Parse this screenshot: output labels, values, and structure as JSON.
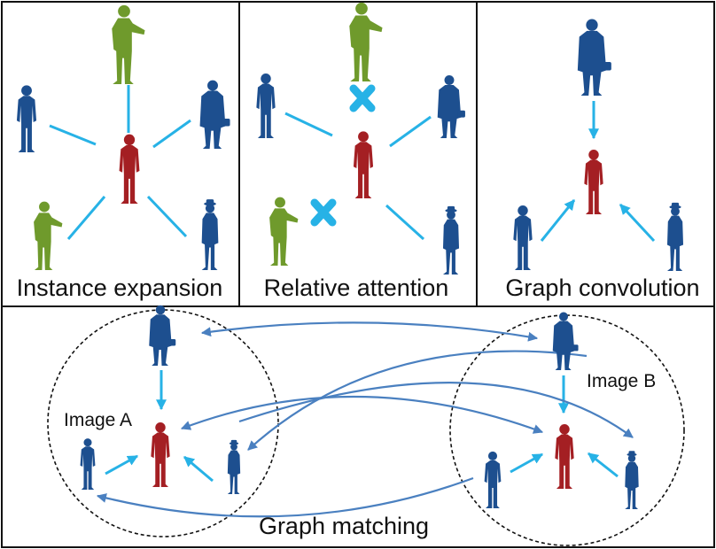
{
  "panels": {
    "instance_expansion": "Instance expansion",
    "relative_attention": "Relative attention",
    "graph_convolution": "Graph convolution",
    "graph_matching": "Graph matching"
  },
  "labels": {
    "image_a": "Image A",
    "image_b": "Image B"
  },
  "colors": {
    "center_person": "#a41f23",
    "neighbor_person": "#1d4f8f",
    "attended_person": "#6f9a2c",
    "edge": "#27b2e6",
    "match_edge": "#4a80c0",
    "border": "#111111"
  }
}
